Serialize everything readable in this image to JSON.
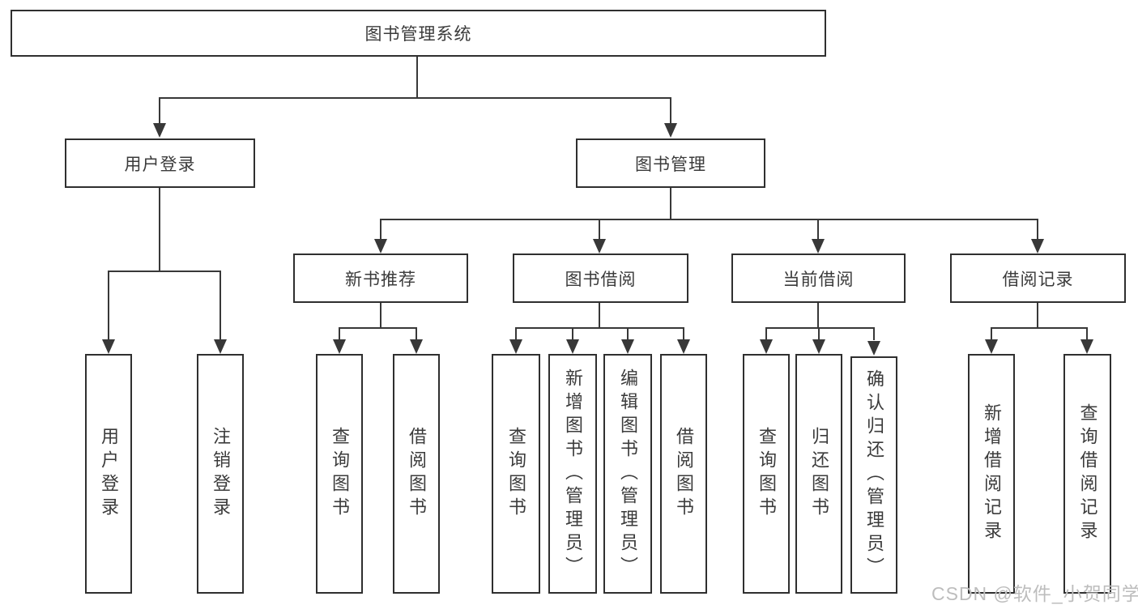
{
  "nodes": {
    "root": "图书管理系统",
    "user_login": "用户登录",
    "book_mgmt": "图书管理",
    "new_book_rec": "新书推荐",
    "book_borrow": "图书借阅",
    "current_borrow": "当前借阅",
    "borrow_records": "借阅记录",
    "ul_user_login": "用户登录",
    "ul_logout": "注销登录",
    "nb_query_book": "查询图书",
    "nb_borrow_book": "借阅图书",
    "bb_query_book": "查询图书",
    "bb_add_book": "新增图书（管理员）",
    "bb_edit_book": "编辑图书（管理员）",
    "bb_borrow_book": "借阅图书",
    "cb_query_book": "查询图书",
    "cb_return_book": "归还图书",
    "cb_confirm_return": "确认归还（管理员）",
    "br_add_record": "新增借阅记录",
    "br_query_record": "查询借阅记录"
  },
  "structure": {
    "图书管理系统": [
      "用户登录",
      "图书管理"
    ],
    "用户登录": [
      "用户登录",
      "注销登录"
    ],
    "图书管理": [
      "新书推荐",
      "图书借阅",
      "当前借阅",
      "借阅记录"
    ],
    "新书推荐": [
      "查询图书",
      "借阅图书"
    ],
    "图书借阅": [
      "查询图书",
      "新增图书（管理员）",
      "编辑图书（管理员）",
      "借阅图书"
    ],
    "当前借阅": [
      "查询图书",
      "归还图书",
      "确认归还（管理员）"
    ],
    "借阅记录": [
      "新增借阅记录",
      "查询借阅记录"
    ]
  },
  "watermark": "CSDN @软件_小贺同学",
  "colors": {
    "line": "#383838",
    "border": "#2f2f2f",
    "text": "#3b3b3b",
    "watermark": "#bdbdbd",
    "background": "#ffffff"
  }
}
